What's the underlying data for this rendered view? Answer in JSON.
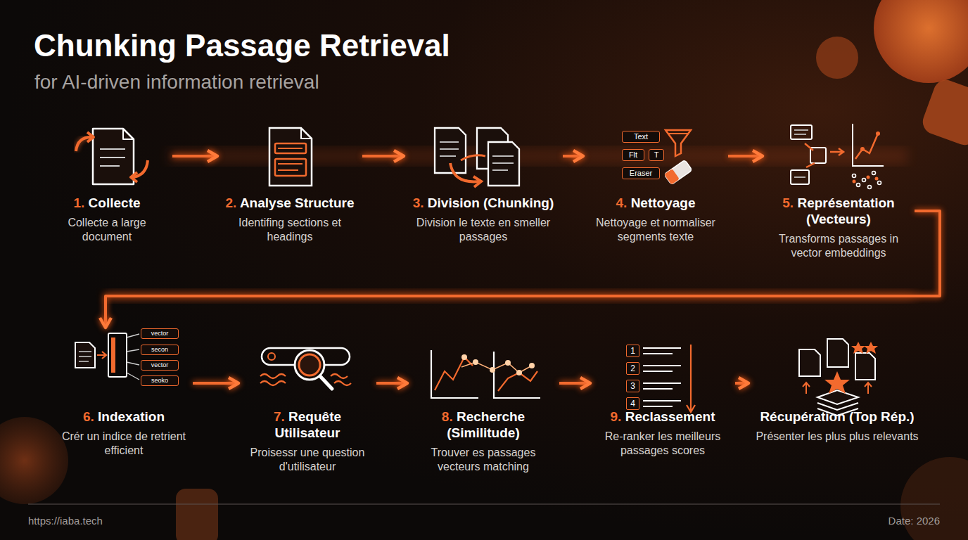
{
  "diagram": {
    "title": "Chunking Passage Retrieval",
    "caption": "for AI-driven information retrieval",
    "nodes": [
      {
        "text": [
          "1. Collecte",
          "Collecte a large document"
        ]
      },
      {
        "text": [
          "2. Analyse Structure",
          "Identifing sections et headings"
        ]
      },
      {
        "text": [
          "3. Division (Chunking)",
          "Division le texte en smeller passages"
        ]
      },
      {
        "text": [
          "4. Nettoyage",
          "Nettoyage et normaliser segments texte"
        ]
      },
      {
        "text": [
          "5. Représentation (Vecteurs)",
          "Transforms passages in vector embeddings"
        ]
      },
      {
        "text": [
          "6. Indexation",
          "Crér un indice de retrient efficient"
        ]
      },
      {
        "text": [
          "7. Requête Utilisateur",
          "Proisessr une question d'utilisateur"
        ]
      },
      {
        "text": [
          "8. Recherche (Similitude)",
          "Trouver es passages vecteurs matching"
        ]
      },
      {
        "text": [
          "9. Reclassement",
          "Re-ranker les meilleurs passages scores"
        ]
      },
      {
        "text": [
          "Récupération (Top Rép.)",
          "Présenter les plus plus relevants"
        ]
      }
    ],
    "edges": [
      {
        "from": 0,
        "to": 1,
        "arrow": "to"
      },
      {
        "from": 1,
        "to": 2,
        "arrow": "to"
      },
      {
        "from": 2,
        "to": 3,
        "arrow": "to"
      },
      {
        "from": 3,
        "to": 4,
        "arrow": "to"
      },
      {
        "from": 4,
        "to": 5,
        "arrow": "to"
      },
      {
        "from": 5,
        "to": 6,
        "arrow": "to"
      },
      {
        "from": 6,
        "to": 7,
        "arrow": "to"
      },
      {
        "from": 7,
        "to": 8,
        "arrow": "to"
      },
      {
        "from": 8,
        "to": 9,
        "arrow": "to"
      }
    ],
    "labels": [
      "Text",
      "Flt",
      "T",
      "Eraser",
      "vector",
      "secon",
      "vector",
      "seoko",
      "1",
      "2",
      "3",
      "4",
      "https://iaba.tech",
      "Date: 2026"
    ]
  }
}
